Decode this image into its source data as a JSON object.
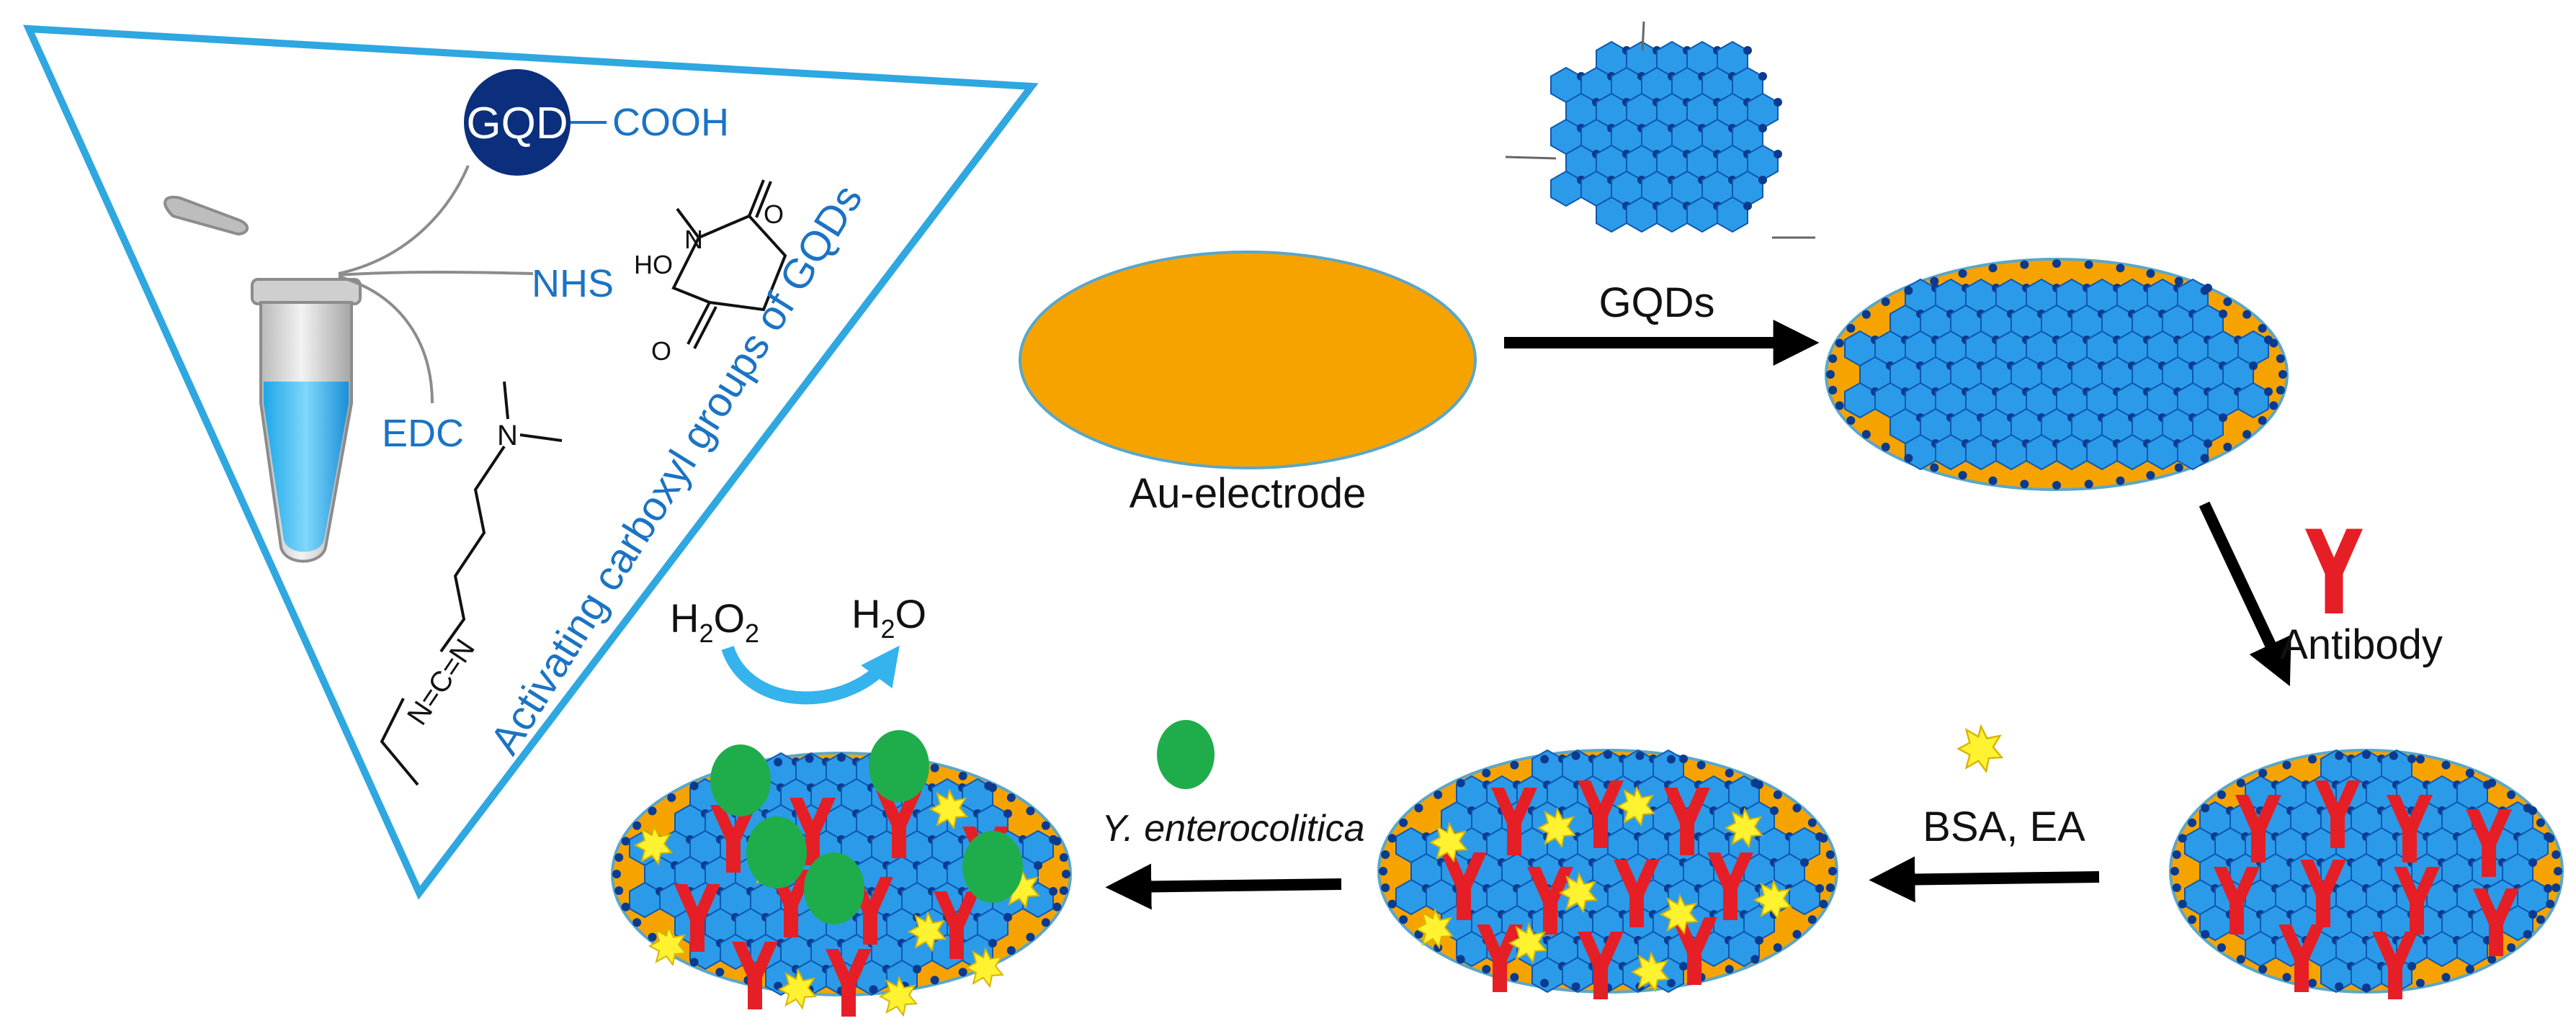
{
  "colors": {
    "electrode": "#f6a300",
    "electrode_edge": "#5aa7c8",
    "gqd": "#2b9be9",
    "gqd_edge": "#0f58b0",
    "gqd_dot": "#0c3a8f",
    "antibody": "#e51f25",
    "blocker": "#fff231",
    "bacteria": "#1fad4b",
    "triangle_border": "#2fa7e0",
    "label_blue": "#1b73c4",
    "arrow": "#000000",
    "gqd_badge": "#0b2f7d"
  },
  "labels": {
    "gqd_badge": "GQD",
    "cooh": "COOH",
    "nhs": "NHS",
    "edc": "EDC",
    "activating": "Activating carboxyl groups of GQDs",
    "au_electrode": "Au-electrode",
    "gqds": "GQDs",
    "antibody": "Antibody",
    "bsa_ea": "BSA, EA",
    "y_enterocolitica": "Y. enterocolitica",
    "h2o2": {
      "main": "H",
      "sub1": "2",
      "mid": "O",
      "sub2": "2"
    },
    "h2o": {
      "main": "H",
      "sub1": "2",
      "tail": "O"
    }
  },
  "chem": {
    "nhs_atoms": {
      "ho": "HO",
      "n": "N",
      "o_top": "O",
      "o_bottom": "O"
    },
    "edc_atoms": {
      "n_dimethyl": "N",
      "carbodiimide": "N=C=N"
    }
  }
}
